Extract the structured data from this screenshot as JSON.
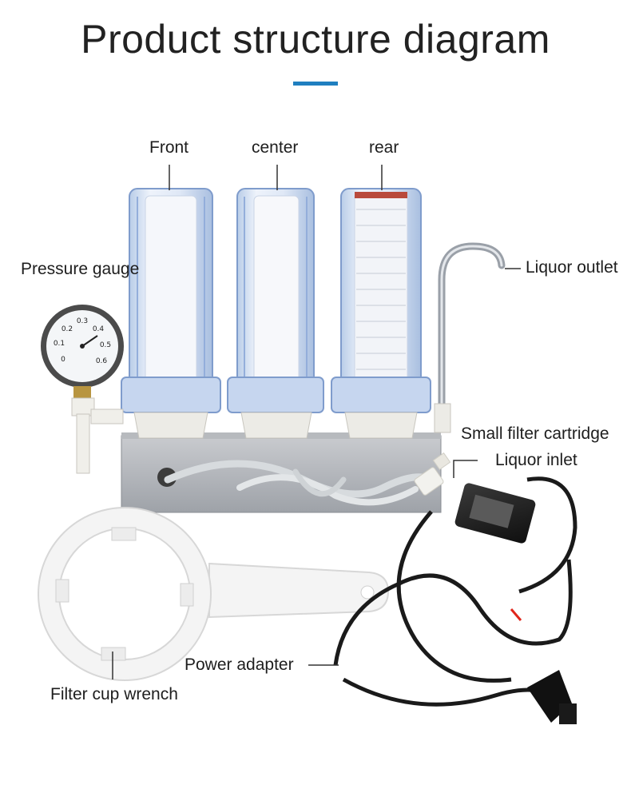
{
  "header": {
    "title": "Product structure diagram",
    "underline_color": "#1f7fc0"
  },
  "labels": {
    "front": "Front",
    "center": "center",
    "rear": "rear",
    "pressure_gauge": "Pressure gauge",
    "liquor_outlet": "Liquor outlet",
    "small_filter_cartridge": "Small filter cartridge",
    "liquor_inlet": "Liquor inlet",
    "power_adapter": "Power adapter",
    "filter_cup_wrench": "Filter cup wrench"
  },
  "gauge": {
    "scale_labels": [
      "0",
      "0.1",
      "0.2",
      "0.3",
      "0.4",
      "0.5",
      "0.6"
    ]
  }
}
